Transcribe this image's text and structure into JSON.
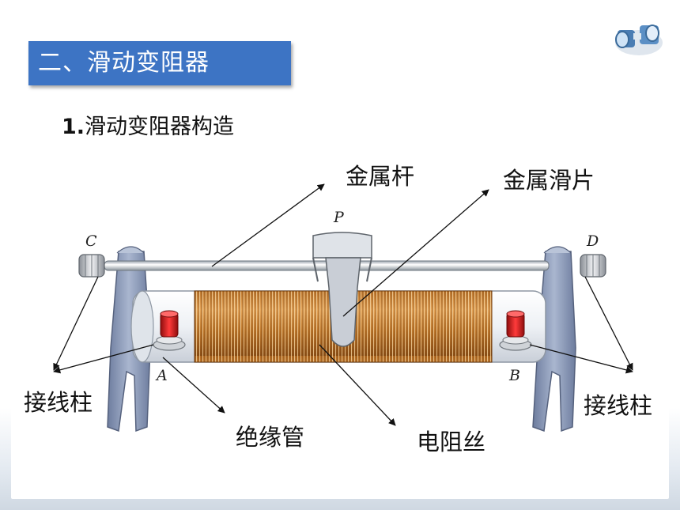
{
  "title": "二、滑动变阻器",
  "subtitle_number": "1.",
  "subtitle_text": "滑动变阻器构造",
  "labels": {
    "metal_rod": "金属杆",
    "metal_slider": "金属滑片",
    "terminal_left": "接线柱",
    "terminal_right": "接线柱",
    "insulating_tube": "绝缘管",
    "resistance_wire": "电阻丝"
  },
  "letters": {
    "P": "P",
    "C": "C",
    "D": "D",
    "A": "A",
    "B": "B"
  },
  "colors": {
    "banner": "#3d74c4",
    "coil": "#c07a2e",
    "frame": "#7f8fb0",
    "knob": "#d41c1c"
  },
  "icons": [
    "binoculars-icon"
  ]
}
